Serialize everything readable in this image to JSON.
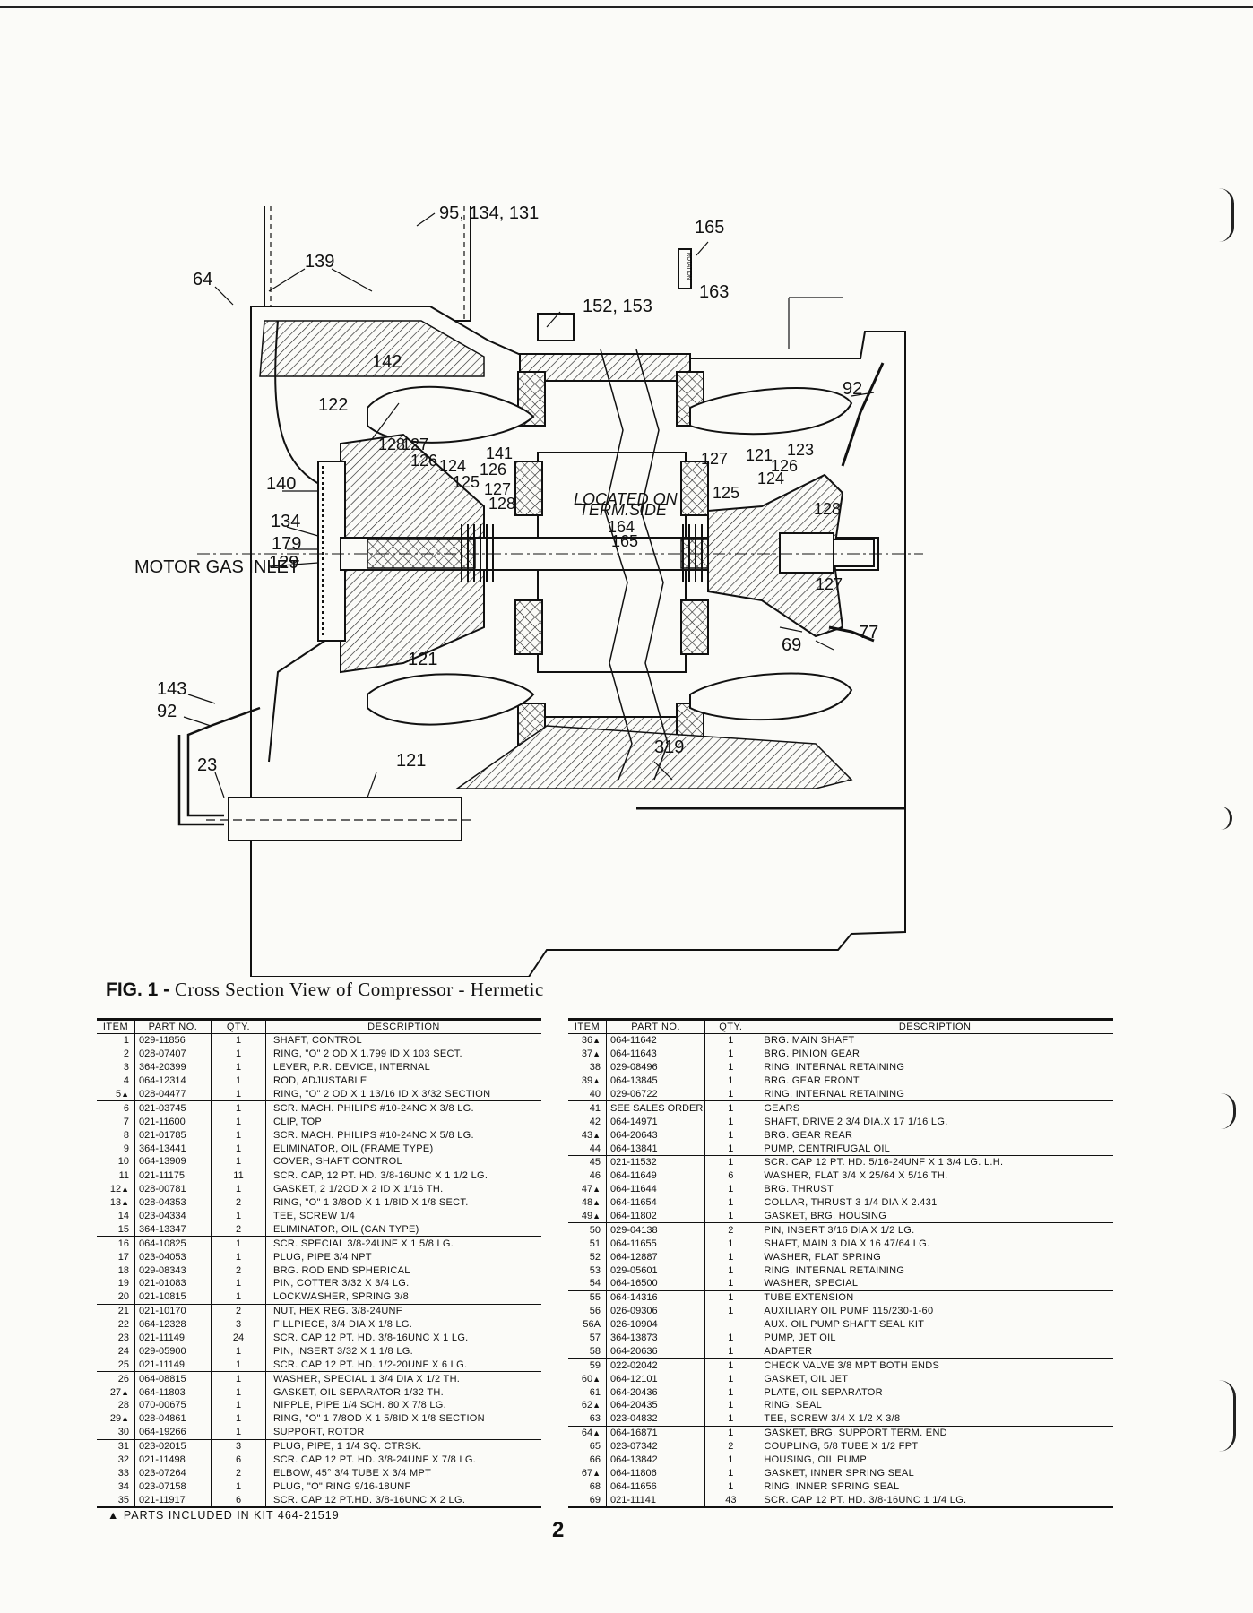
{
  "figure": {
    "label": "FIG. 1 -",
    "caption": "Cross Section View of Compressor - Hermetic",
    "callouts": {
      "c95": "95, 134, 131",
      "c165": "165",
      "c64": "64",
      "c139": "139",
      "c152": "152, 153",
      "c163": "163",
      "c142": "142",
      "c92a": "92",
      "c122": "122",
      "c128a": "128",
      "c127a": "127",
      "c126a": "126",
      "c124a": "124",
      "c141": "141",
      "c126b": "126",
      "c125a": "125",
      "c127b": "127",
      "c128b": "128",
      "c140": "140",
      "c134": "134",
      "c179": "179",
      "c129": "129",
      "motor": "MOTOR GAS INLET",
      "located": "LOCATED ON",
      "termside": "TERM.SIDE",
      "c164": "164",
      "c165b": "165",
      "c127c": "127",
      "c121a": "121",
      "c123": "123",
      "c126c": "126",
      "c124b": "124",
      "c125b": "125",
      "c128c": "128",
      "c127d": "127",
      "c77": "77",
      "c69": "69",
      "c121b": "121",
      "c143": "143",
      "c92b": "92",
      "c23": "23",
      "c121c": "121",
      "c319": "319",
      "rotation": "ROTATION"
    }
  },
  "table_headers": {
    "item": "ITEM",
    "part": "PART NO.",
    "qty": "QTY.",
    "desc": "DESCRIPTION"
  },
  "left_rows": [
    {
      "item": "1",
      "kit": false,
      "part": "029-11856",
      "qty": "1",
      "desc": "SHAFT, CONTROL"
    },
    {
      "item": "2",
      "kit": false,
      "part": "028-07407",
      "qty": "1",
      "desc": "RING, \"O\" 2 OD X 1.799 ID X 103 SECT."
    },
    {
      "item": "3",
      "kit": false,
      "part": "364-20399",
      "qty": "1",
      "desc": "LEVER, P.R. DEVICE, INTERNAL"
    },
    {
      "item": "4",
      "kit": false,
      "part": "064-12314",
      "qty": "1",
      "desc": "ROD, ADJUSTABLE"
    },
    {
      "item": "5",
      "kit": true,
      "part": "028-04477",
      "qty": "1",
      "desc": "RING, \"O\" 2 OD X 1 13/16 ID X 3/32 SECTION"
    },
    {
      "item": "6",
      "kit": false,
      "part": "021-03745",
      "qty": "1",
      "desc": "SCR. MACH. PHILIPS #10-24NC X 3/8 LG."
    },
    {
      "item": "7",
      "kit": false,
      "part": "021-11600",
      "qty": "1",
      "desc": "CLIP, TOP"
    },
    {
      "item": "8",
      "kit": false,
      "part": "021-01785",
      "qty": "1",
      "desc": "SCR. MACH. PHILIPS #10-24NC X 5/8 LG."
    },
    {
      "item": "9",
      "kit": false,
      "part": "364-13441",
      "qty": "1",
      "desc": "ELIMINATOR, OIL (FRAME TYPE)"
    },
    {
      "item": "10",
      "kit": false,
      "part": "064-13909",
      "qty": "1",
      "desc": "COVER, SHAFT CONTROL"
    },
    {
      "item": "11",
      "kit": false,
      "part": "021-11175",
      "qty": "11",
      "desc": "SCR. CAP, 12 PT. HD. 3/8-16UNC X 1 1/2 LG."
    },
    {
      "item": "12",
      "kit": true,
      "part": "028-00781",
      "qty": "1",
      "desc": "GASKET, 2 1/2OD X 2 ID X 1/16 TH."
    },
    {
      "item": "13",
      "kit": true,
      "part": "028-04353",
      "qty": "2",
      "desc": "RING, \"O\" 1 3/8OD X 1 1/8ID X 1/8 SECT."
    },
    {
      "item": "14",
      "kit": false,
      "part": "023-04334",
      "qty": "1",
      "desc": "TEE, SCREW 1/4"
    },
    {
      "item": "15",
      "kit": false,
      "part": "364-13347",
      "qty": "2",
      "desc": "ELIMINATOR, OIL (CAN TYPE)"
    },
    {
      "item": "16",
      "kit": false,
      "part": "064-10825",
      "qty": "1",
      "desc": "SCR. SPECIAL 3/8-24UNF X 1 5/8 LG."
    },
    {
      "item": "17",
      "kit": false,
      "part": "023-04053",
      "qty": "1",
      "desc": "PLUG, PIPE 3/4 NPT"
    },
    {
      "item": "18",
      "kit": false,
      "part": "029-08343",
      "qty": "2",
      "desc": "BRG. ROD END SPHERICAL"
    },
    {
      "item": "19",
      "kit": false,
      "part": "021-01083",
      "qty": "1",
      "desc": "PIN, COTTER 3/32 X 3/4 LG."
    },
    {
      "item": "20",
      "kit": false,
      "part": "021-10815",
      "qty": "1",
      "desc": "LOCKWASHER, SPRING 3/8"
    },
    {
      "item": "21",
      "kit": false,
      "part": "021-10170",
      "qty": "2",
      "desc": "NUT, HEX REG. 3/8-24UNF"
    },
    {
      "item": "22",
      "kit": false,
      "part": "064-12328",
      "qty": "3",
      "desc": "FILLPIECE, 3/4 DIA X 1/8 LG."
    },
    {
      "item": "23",
      "kit": false,
      "part": "021-11149",
      "qty": "24",
      "desc": "SCR. CAP 12 PT. HD. 3/8-16UNC X 1 LG."
    },
    {
      "item": "24",
      "kit": false,
      "part": "029-05900",
      "qty": "1",
      "desc": "PIN, INSERT 3/32 X 1 1/8 LG."
    },
    {
      "item": "25",
      "kit": false,
      "part": "021-11149",
      "qty": "1",
      "desc": "SCR. CAP 12 PT. HD. 1/2-20UNF X 6 LG."
    },
    {
      "item": "26",
      "kit": false,
      "part": "064-08815",
      "qty": "1",
      "desc": "WASHER, SPECIAL 1 3/4 DIA X 1/2 TH."
    },
    {
      "item": "27",
      "kit": true,
      "part": "064-11803",
      "qty": "1",
      "desc": "GASKET, OIL SEPARATOR 1/32 TH."
    },
    {
      "item": "28",
      "kit": false,
      "part": "070-00675",
      "qty": "1",
      "desc": "NIPPLE, PIPE 1/4 SCH. 80 X 7/8 LG."
    },
    {
      "item": "29",
      "kit": true,
      "part": "028-04861",
      "qty": "1",
      "desc": "RING, \"O\" 1 7/8OD X 1 5/8ID X 1/8 SECTION"
    },
    {
      "item": "30",
      "kit": false,
      "part": "064-19266",
      "qty": "1",
      "desc": "SUPPORT, ROTOR"
    },
    {
      "item": "31",
      "kit": false,
      "part": "023-02015",
      "qty": "3",
      "desc": "PLUG, PIPE, 1 1/4 SQ. CTRSK."
    },
    {
      "item": "32",
      "kit": false,
      "part": "021-11498",
      "qty": "6",
      "desc": "SCR. CAP 12 PT. HD. 3/8-24UNF X 7/8 LG."
    },
    {
      "item": "33",
      "kit": false,
      "part": "023-07264",
      "qty": "2",
      "desc": "ELBOW, 45° 3/4 TUBE X 3/4 MPT"
    },
    {
      "item": "34",
      "kit": false,
      "part": "023-07158",
      "qty": "1",
      "desc": "PLUG, \"O\" RING 9/16-18UNF"
    },
    {
      "item": "35",
      "kit": false,
      "part": "021-11917",
      "qty": "6",
      "desc": "SCR. CAP 12 PT.HD. 3/8-16UNC X 2 LG."
    }
  ],
  "right_rows": [
    {
      "item": "36",
      "kit": true,
      "part": "064-11642",
      "qty": "1",
      "desc": "BRG. MAIN SHAFT"
    },
    {
      "item": "37",
      "kit": true,
      "part": "064-11643",
      "qty": "1",
      "desc": "BRG. PINION GEAR"
    },
    {
      "item": "38",
      "kit": false,
      "part": "029-08496",
      "qty": "1",
      "desc": "RING, INTERNAL RETAINING"
    },
    {
      "item": "39",
      "kit": true,
      "part": "064-13845",
      "qty": "1",
      "desc": "BRG. GEAR FRONT"
    },
    {
      "item": "40",
      "kit": false,
      "part": "029-06722",
      "qty": "1",
      "desc": "RING, INTERNAL RETAINING"
    },
    {
      "item": "41",
      "kit": false,
      "part": "SEE SALES ORDER",
      "qty": "1",
      "desc": "GEARS"
    },
    {
      "item": "42",
      "kit": false,
      "part": "064-14971",
      "qty": "1",
      "desc": "SHAFT, DRIVE 2 3/4 DIA.X 17 1/16 LG."
    },
    {
      "item": "43",
      "kit": true,
      "part": "064-20643",
      "qty": "1",
      "desc": "BRG. GEAR REAR"
    },
    {
      "item": "44",
      "kit": false,
      "part": "064-13841",
      "qty": "1",
      "desc": "PUMP, CENTRIFUGAL OIL"
    },
    {
      "item": "45",
      "kit": false,
      "part": "021-11532",
      "qty": "1",
      "desc": "SCR. CAP 12 PT. HD. 5/16-24UNF X 1 3/4 LG. L.H."
    },
    {
      "item": "46",
      "kit": false,
      "part": "064-11649",
      "qty": "6",
      "desc": "WASHER, FLAT 3/4 X 25/64 X 5/16 TH."
    },
    {
      "item": "47",
      "kit": true,
      "part": "064-11644",
      "qty": "1",
      "desc": "BRG. THRUST"
    },
    {
      "item": "48",
      "kit": true,
      "part": "064-11654",
      "qty": "1",
      "desc": "COLLAR, THRUST 3 1/4 DIA X 2.431"
    },
    {
      "item": "49",
      "kit": true,
      "part": "064-11802",
      "qty": "1",
      "desc": "GASKET, BRG. HOUSING"
    },
    {
      "item": "50",
      "kit": false,
      "part": "029-04138",
      "qty": "2",
      "desc": "PIN, INSERT 3/16 DIA X 1/2 LG."
    },
    {
      "item": "51",
      "kit": false,
      "part": "064-11655",
      "qty": "1",
      "desc": "SHAFT, MAIN 3 DIA X 16 47/64 LG."
    },
    {
      "item": "52",
      "kit": false,
      "part": "064-12887",
      "qty": "1",
      "desc": "WASHER, FLAT SPRING"
    },
    {
      "item": "53",
      "kit": false,
      "part": "029-05601",
      "qty": "1",
      "desc": "RING, INTERNAL RETAINING"
    },
    {
      "item": "54",
      "kit": false,
      "part": "064-16500",
      "qty": "1",
      "desc": "WASHER, SPECIAL"
    },
    {
      "item": "55",
      "kit": false,
      "part": "064-14316",
      "qty": "1",
      "desc": "TUBE EXTENSION"
    },
    {
      "item": "56",
      "kit": false,
      "part": "026-09306",
      "qty": "1",
      "desc": "AUXILIARY OIL PUMP 115/230-1-60"
    },
    {
      "item": "56A",
      "kit": false,
      "part": "026-10904",
      "qty": "",
      "desc": "AUX. OIL PUMP SHAFT SEAL KIT"
    },
    {
      "item": "57",
      "kit": false,
      "part": "364-13873",
      "qty": "1",
      "desc": "PUMP, JET OIL"
    },
    {
      "item": "58",
      "kit": false,
      "part": "064-20636",
      "qty": "1",
      "desc": "ADAPTER"
    },
    {
      "item": "59",
      "kit": false,
      "part": "022-02042",
      "qty": "1",
      "desc": "CHECK VALVE 3/8 MPT BOTH ENDS"
    },
    {
      "item": "60",
      "kit": true,
      "part": "064-12101",
      "qty": "1",
      "desc": "GASKET, OIL JET"
    },
    {
      "item": "61",
      "kit": false,
      "part": "064-20436",
      "qty": "1",
      "desc": "PLATE, OIL SEPARATOR"
    },
    {
      "item": "62",
      "kit": true,
      "part": "064-20435",
      "qty": "1",
      "desc": "RING, SEAL"
    },
    {
      "item": "63",
      "kit": false,
      "part": "023-04832",
      "qty": "1",
      "desc": "TEE, SCREW 3/4 X 1/2 X 3/8"
    },
    {
      "item": "64",
      "kit": true,
      "part": "064-16871",
      "qty": "1",
      "desc": "GASKET, BRG. SUPPORT TERM. END"
    },
    {
      "item": "65",
      "kit": false,
      "part": "023-07342",
      "qty": "2",
      "desc": "COUPLING, 5/8 TUBE X 1/2 FPT"
    },
    {
      "item": "66",
      "kit": false,
      "part": "064-13842",
      "qty": "1",
      "desc": "HOUSING, OIL PUMP"
    },
    {
      "item": "67",
      "kit": true,
      "part": "064-11806",
      "qty": "1",
      "desc": "GASKET, INNER SPRING SEAL"
    },
    {
      "item": "68",
      "kit": false,
      "part": "064-11656",
      "qty": "1",
      "desc": "RING, INNER SPRING SEAL"
    },
    {
      "item": "69",
      "kit": false,
      "part": "021-11141",
      "qty": "43",
      "desc": "SCR. CAP 12 PT. HD. 3/8-16UNC 1 1/4 LG."
    }
  ],
  "kit_note": "▲ PARTS INCLUDED IN KIT 464-21519",
  "page_number": "2"
}
